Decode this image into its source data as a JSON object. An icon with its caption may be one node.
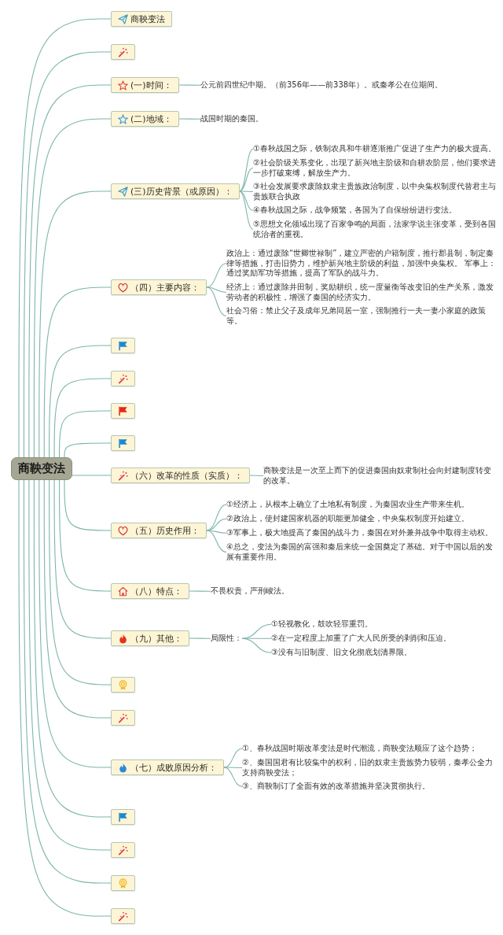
{
  "diagram": {
    "nodes": [
      {
        "text": [
          "商鞅变法"
        ]
      },
      {
        "text": [
          "商鞅变法"
        ]
      },
      {
        "text": [],
        "shape": "box"
      },
      {
        "text": [
          "(一)时间："
        ]
      },
      {
        "text": [
          "公元前四世纪中期。（前356年——前338年）。或秦孝公在位期间。"
        ]
      },
      {
        "text": [
          "(二)地域："
        ]
      },
      {
        "text": [
          "战国时期的秦国。"
        ]
      },
      {
        "text": [
          "(三)历史背景（或原因）："
        ]
      },
      {
        "text": [
          "①春秋战国之际，铁制农具和牛耕逐渐推广促进了生产力的极大提高。"
        ]
      },
      {
        "text": [
          "②社会阶级关系变化，出现了新兴地主阶级和自耕农阶层，他们要求进一步打破束缚，解放生产力。"
        ]
      },
      {
        "text": [
          "③社会发展要求废除奴隶主贵族政治制度，以中央集权制度代替君主与贵族联合执政"
        ]
      },
      {
        "text": [
          "④春秋战国之际，战争频繁，各国为了自保纷纷进行变法。"
        ]
      },
      {
        "text": [
          "⑤思想文化领域出现了百家争鸣的局面，法家学说主张变革，受到各国统治者的重视。"
        ]
      },
      {
        "text": [
          "（四）主要内容："
        ]
      },
      {
        "text": [
          "政治上：通过废除“世卿世禄制”，建立严密的户籍制度，推行郡县制，制定秦律等措施，打击旧势力，维护新兴地主阶级的利益，加强中央集权。 军事上：通过奖励军功等措施，提高了军队的战斗力。"
        ]
      },
      {
        "text": [
          "经济上：通过废除井田制，奖励耕织，统一度量衡等改变旧的生产关系，激发劳动者的积极性，增强了秦国的经济实力。"
        ]
      },
      {
        "text": [
          "社会习俗：禁止父子及成年兄弟同居一室，强制推行一夫一妻小家庭的政策等。"
        ]
      },
      {
        "text": [],
        "shape": "box"
      },
      {
        "text": [],
        "shape": "box"
      },
      {
        "text": [],
        "shape": "box"
      },
      {
        "text": [],
        "shape": "box"
      },
      {
        "text": [
          "（六）改革的性质（实质）："
        ]
      },
      {
        "text": [
          "商鞅变法是一次至上而下的促进秦国由奴隶制社会向封建制度转变的改革。"
        ]
      },
      {
        "text": [
          "（五）历史作用："
        ]
      },
      {
        "text": [
          "①经济上，从根本上确立了土地私有制度，为秦国农业生产带来生机。"
        ]
      },
      {
        "text": [
          "②政治上，使封建国家机器的职能更加健全，中央集权制度开始建立。"
        ]
      },
      {
        "text": [
          "③军事上，极大地提高了秦国的战斗力，秦国在对外兼并战争中取得主动权。"
        ]
      },
      {
        "text": [
          "④总之，变法为秦国的富强和秦后来统一全国奠定了基础。对于中国以后的发展有重要作用。"
        ]
      },
      {
        "text": [
          "（八）特点："
        ]
      },
      {
        "text": [
          "不畏权贵，严刑峻法。"
        ]
      },
      {
        "text": [
          "（九）其他："
        ]
      },
      {
        "text": [
          "局限性："
        ]
      },
      {
        "text": [
          "①轻视教化，鼓吹轻罪重罚。"
        ]
      },
      {
        "text": [
          "②在一定程度上加重了广大人民所受的剥削和压迫。"
        ]
      },
      {
        "text": [
          "③没有与旧制度、旧文化彻底划清界限。"
        ]
      },
      {
        "text": [],
        "shape": "box"
      },
      {
        "text": [],
        "shape": "box"
      },
      {
        "text": [
          "（七）成败原因分析："
        ]
      },
      {
        "text": [
          "①、春秋战国时期改革变法是时代潮流，商鞅变法顺应了这个趋势；"
        ]
      },
      {
        "text": [
          "②、秦国国君有比较集中的权利，旧的奴隶主贵族势力较弱，秦孝公全力支持商鞅变法；"
        ]
      },
      {
        "text": [
          "③、商鞅制订了全面有效的改革措施并坚决贯彻执行。"
        ]
      },
      {
        "text": [],
        "shape": "box"
      },
      {
        "text": [],
        "shape": "box"
      },
      {
        "text": [],
        "shape": "box"
      },
      {
        "text": [],
        "shape": "box"
      }
    ],
    "edges": [
      {
        "from": 0,
        "to": 1,
        "arrow": "none"
      },
      {
        "from": 0,
        "to": 2,
        "arrow": "none"
      },
      {
        "from": 0,
        "to": 3,
        "arrow": "none"
      },
      {
        "from": 3,
        "to": 4,
        "arrow": "none"
      },
      {
        "from": 0,
        "to": 5,
        "arrow": "none"
      },
      {
        "from": 5,
        "to": 6,
        "arrow": "none"
      },
      {
        "from": 0,
        "to": 7,
        "arrow": "none"
      },
      {
        "from": 7,
        "to": 8,
        "arrow": "none"
      },
      {
        "from": 7,
        "to": 9,
        "arrow": "none"
      },
      {
        "from": 7,
        "to": 10,
        "arrow": "none"
      },
      {
        "from": 7,
        "to": 11,
        "arrow": "none"
      },
      {
        "from": 7,
        "to": 12,
        "arrow": "none"
      },
      {
        "from": 0,
        "to": 13,
        "arrow": "none"
      },
      {
        "from": 13,
        "to": 14,
        "arrow": "none"
      },
      {
        "from": 13,
        "to": 15,
        "arrow": "none"
      },
      {
        "from": 13,
        "to": 16,
        "arrow": "none"
      },
      {
        "from": 0,
        "to": 17,
        "arrow": "none"
      },
      {
        "from": 0,
        "to": 18,
        "arrow": "none"
      },
      {
        "from": 0,
        "to": 19,
        "arrow": "none"
      },
      {
        "from": 0,
        "to": 20,
        "arrow": "none"
      },
      {
        "from": 0,
        "to": 21,
        "arrow": "none"
      },
      {
        "from": 21,
        "to": 22,
        "arrow": "none"
      },
      {
        "from": 0,
        "to": 23,
        "arrow": "none"
      },
      {
        "from": 23,
        "to": 24,
        "arrow": "none"
      },
      {
        "from": 23,
        "to": 25,
        "arrow": "none"
      },
      {
        "from": 23,
        "to": 26,
        "arrow": "none"
      },
      {
        "from": 23,
        "to": 27,
        "arrow": "none"
      },
      {
        "from": 0,
        "to": 28,
        "arrow": "none"
      },
      {
        "from": 28,
        "to": 29,
        "arrow": "none"
      },
      {
        "from": 0,
        "to": 30,
        "arrow": "none"
      },
      {
        "from": 30,
        "to": 31,
        "arrow": "none"
      },
      {
        "from": 31,
        "to": 32,
        "arrow": "none"
      },
      {
        "from": 31,
        "to": 33,
        "arrow": "none"
      },
      {
        "from": 31,
        "to": 34,
        "arrow": "none"
      },
      {
        "from": 0,
        "to": 35,
        "arrow": "none"
      },
      {
        "from": 0,
        "to": 36,
        "arrow": "none"
      },
      {
        "from": 0,
        "to": 37,
        "arrow": "none"
      },
      {
        "from": 37,
        "to": 38,
        "arrow": "none"
      },
      {
        "from": 37,
        "to": 39,
        "arrow": "none"
      },
      {
        "from": 37,
        "to": 40,
        "arrow": "none"
      },
      {
        "from": 0,
        "to": 41,
        "arrow": "none"
      },
      {
        "from": 0,
        "to": 42,
        "arrow": "none"
      },
      {
        "from": 0,
        "to": 43,
        "arrow": "none"
      },
      {
        "from": 0,
        "to": 44,
        "arrow": "none"
      }
    ]
  }
}
